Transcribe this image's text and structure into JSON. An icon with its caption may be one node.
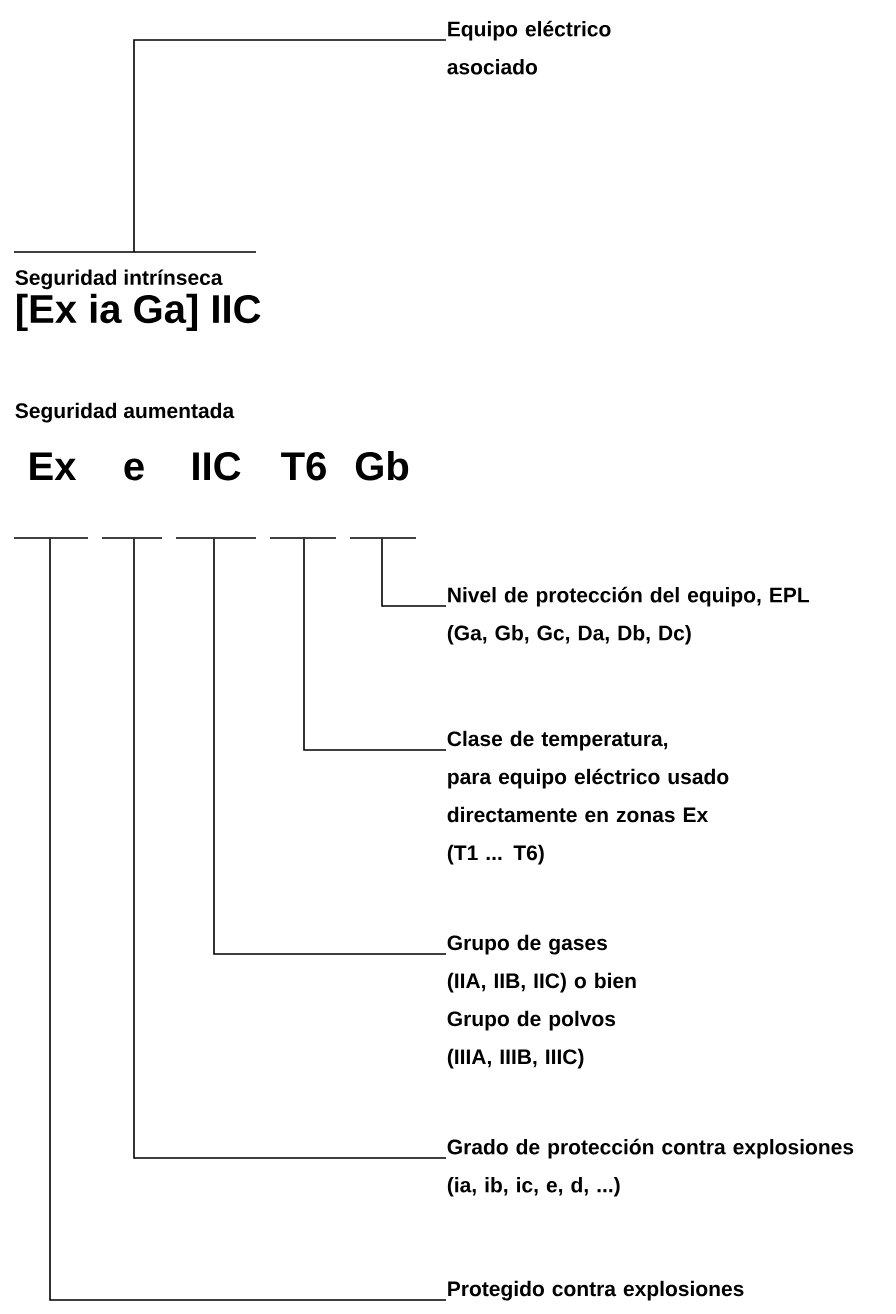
{
  "diagram": {
    "nodes": [
      {
        "text": [
          "Equipo eléctrico asociado"
        ]
      },
      {
        "text": [
          "Seguridad intrínseca",
          "[Ex ia Ga] IIC"
        ]
      },
      {
        "text": [
          "Ex"
        ]
      },
      {
        "text": [
          "e"
        ]
      },
      {
        "text": [
          "IIC"
        ]
      },
      {
        "text": [
          "T6"
        ]
      },
      {
        "text": [
          "Gb"
        ]
      },
      {
        "text": [
          "Nivel de protección del equipo, EPL",
          "(Ga, Gb, Gc, Da, Db, Dc)"
        ]
      },
      {
        "text": [
          "Clase de temperatura,",
          "para equipo eléctrico usado directamente en zonas Ex",
          "(T1 ... T6)"
        ]
      },
      {
        "text": [
          "Grupo de gases",
          "(IIA, IIB, IIC) o bien",
          "Grupo de polvos",
          "(IIIA, IIIB, IIIC)"
        ]
      },
      {
        "text": [
          "Grado de protección contra explosiones",
          "(ia, ib, ic, e, d, ...)"
        ]
      },
      {
        "text": [
          "Protegido contra explosiones"
        ]
      }
    ],
    "edges": [
      {
        "from": 1,
        "to": 0,
        "arrow": "none"
      },
      {
        "from": 6,
        "to": 7,
        "arrow": "none"
      },
      {
        "from": 5,
        "to": 8,
        "arrow": "none"
      },
      {
        "from": 4,
        "to": 9,
        "arrow": "none"
      },
      {
        "from": 3,
        "to": 10,
        "arrow": "none"
      },
      {
        "from": 2,
        "to": 11,
        "arrow": "none"
      }
    ],
    "labels": [
      "Seguridad aumentada"
    ]
  }
}
